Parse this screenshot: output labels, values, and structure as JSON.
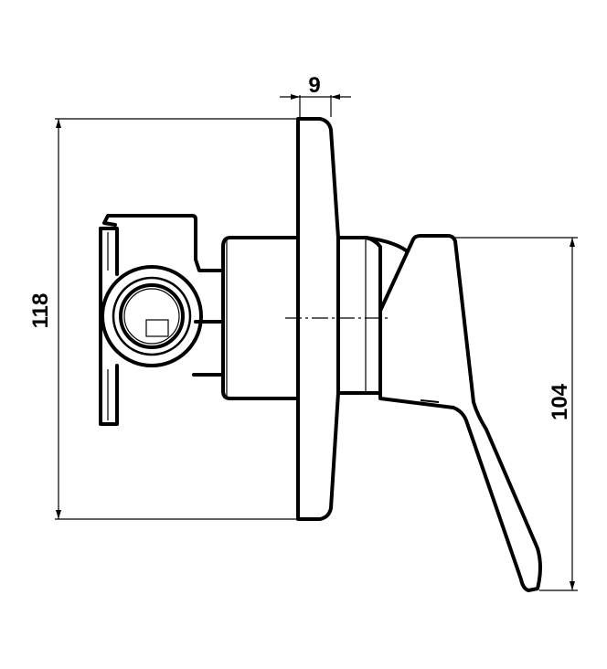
{
  "dimensions": {
    "plate_depth": "9",
    "overall_height": "118",
    "handle_height": "104"
  },
  "colors": {
    "line": "#000000",
    "background": "#ffffff"
  }
}
